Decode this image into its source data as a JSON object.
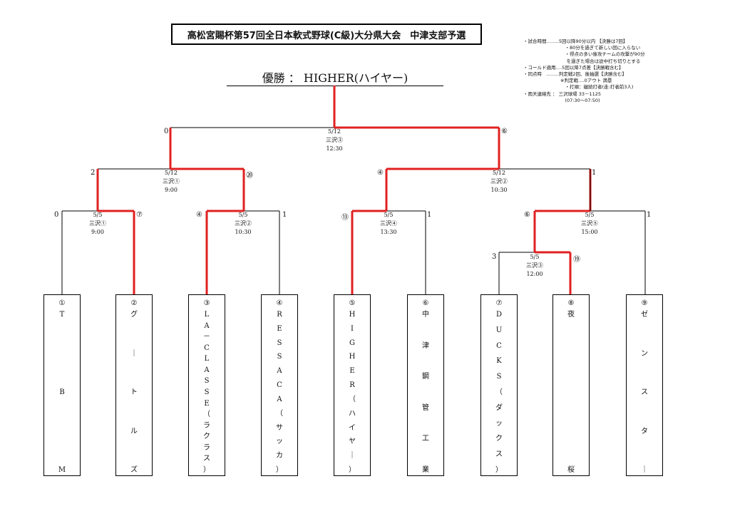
{
  "title": "高松宮賜杯第57回全日本軟式野球(C級)大分県大会　中津支部予選",
  "champion": "優勝 ： HIGHER(ハイヤー)",
  "rules": [
    "・試合時間‥‥‥‥5回以降90分以内 【決勝は7回】",
    "　　　　　　　　　・80分を過ぎて新しい回に入らない",
    "　　　　　　　　　・得点の多い後攻チームの攻撃が90分",
    "　　　　　　　　　 を過ぎた場合は途中打ち切りとする",
    "・コールド適用‥‥5回以降7点差【決勝戦含む】",
    "・同点時　‥‥‥‥判定戦2回、後抽選【決勝含む】",
    "　　　　　　　　※判定戦‥‥0アウト 満塁",
    "　　　　　　　　　・打順：継続打者(走:打者前3人)",
    "・雨天連絡先 ： 三沢球場 33－1125",
    "　　　　　　　　　(07:30～07:50)"
  ],
  "teams": [
    {
      "num": "①",
      "chars": [
        "T",
        "B",
        "M"
      ]
    },
    {
      "num": "②",
      "chars": [
        "グ",
        "｜",
        "ト",
        "ル",
        "ズ"
      ]
    },
    {
      "num": "③",
      "chars": [
        "L",
        "A",
        "－",
        "C",
        "L",
        "A",
        "S",
        "S",
        "E",
        "（",
        "ラ",
        "ク",
        "ラ",
        "ス",
        "）"
      ]
    },
    {
      "num": "④",
      "chars": [
        "R",
        "E",
        "S",
        "S",
        "A",
        "C",
        "A",
        "（",
        "サ",
        "ッ",
        "カ",
        "）"
      ]
    },
    {
      "num": "⑤",
      "chars": [
        "H",
        "I",
        "G",
        "H",
        "E",
        "R",
        "（",
        "ハ",
        "イ",
        "ヤ",
        "｜",
        "）"
      ]
    },
    {
      "num": "⑥",
      "chars": [
        "中",
        "津",
        "鋼",
        "管",
        "工",
        "業"
      ]
    },
    {
      "num": "⑦",
      "chars": [
        "D",
        "U",
        "C",
        "K",
        "S",
        "（",
        "ダ",
        "ッ",
        "ク",
        "ス",
        "）"
      ]
    },
    {
      "num": "⑧",
      "chars": [
        "夜",
        "桜"
      ]
    },
    {
      "num": "⑨",
      "chars": [
        "ゼ",
        "ン",
        "ス",
        "タ",
        "｜"
      ]
    }
  ],
  "matches": [
    {
      "date": "5/5",
      "venue": "三沢①",
      "time": "9:00",
      "score_left": "0",
      "score_right": "⑦"
    },
    {
      "date": "5/5",
      "venue": "三沢②",
      "time": "10:30",
      "score_left": "④",
      "score_right": "1"
    },
    {
      "date": "5/5",
      "venue": "三沢④",
      "time": "13:30",
      "score_left": "⑬",
      "score_right": "1"
    },
    {
      "date": "5/5",
      "venue": "三沢③",
      "time": "12:00",
      "score_left": "3",
      "score_right": "⑲"
    },
    {
      "date": "5/5",
      "venue": "三沢⑤",
      "time": "15:00",
      "score_left": "⑥",
      "score_right": "1"
    },
    {
      "date": "5/12",
      "venue": "三沢①",
      "time": "9:00",
      "score_left": "2",
      "score_right": "⑳"
    },
    {
      "date": "5/12",
      "venue": "三沢②",
      "time": "10:30",
      "score_left": "④",
      "score_right": "1"
    },
    {
      "date": "5/12",
      "venue": "三沢③",
      "time": "12:30",
      "score_left": "0",
      "score_right": "⑥"
    }
  ],
  "colors": {
    "win_line": "#e02020",
    "line": "#000000"
  }
}
